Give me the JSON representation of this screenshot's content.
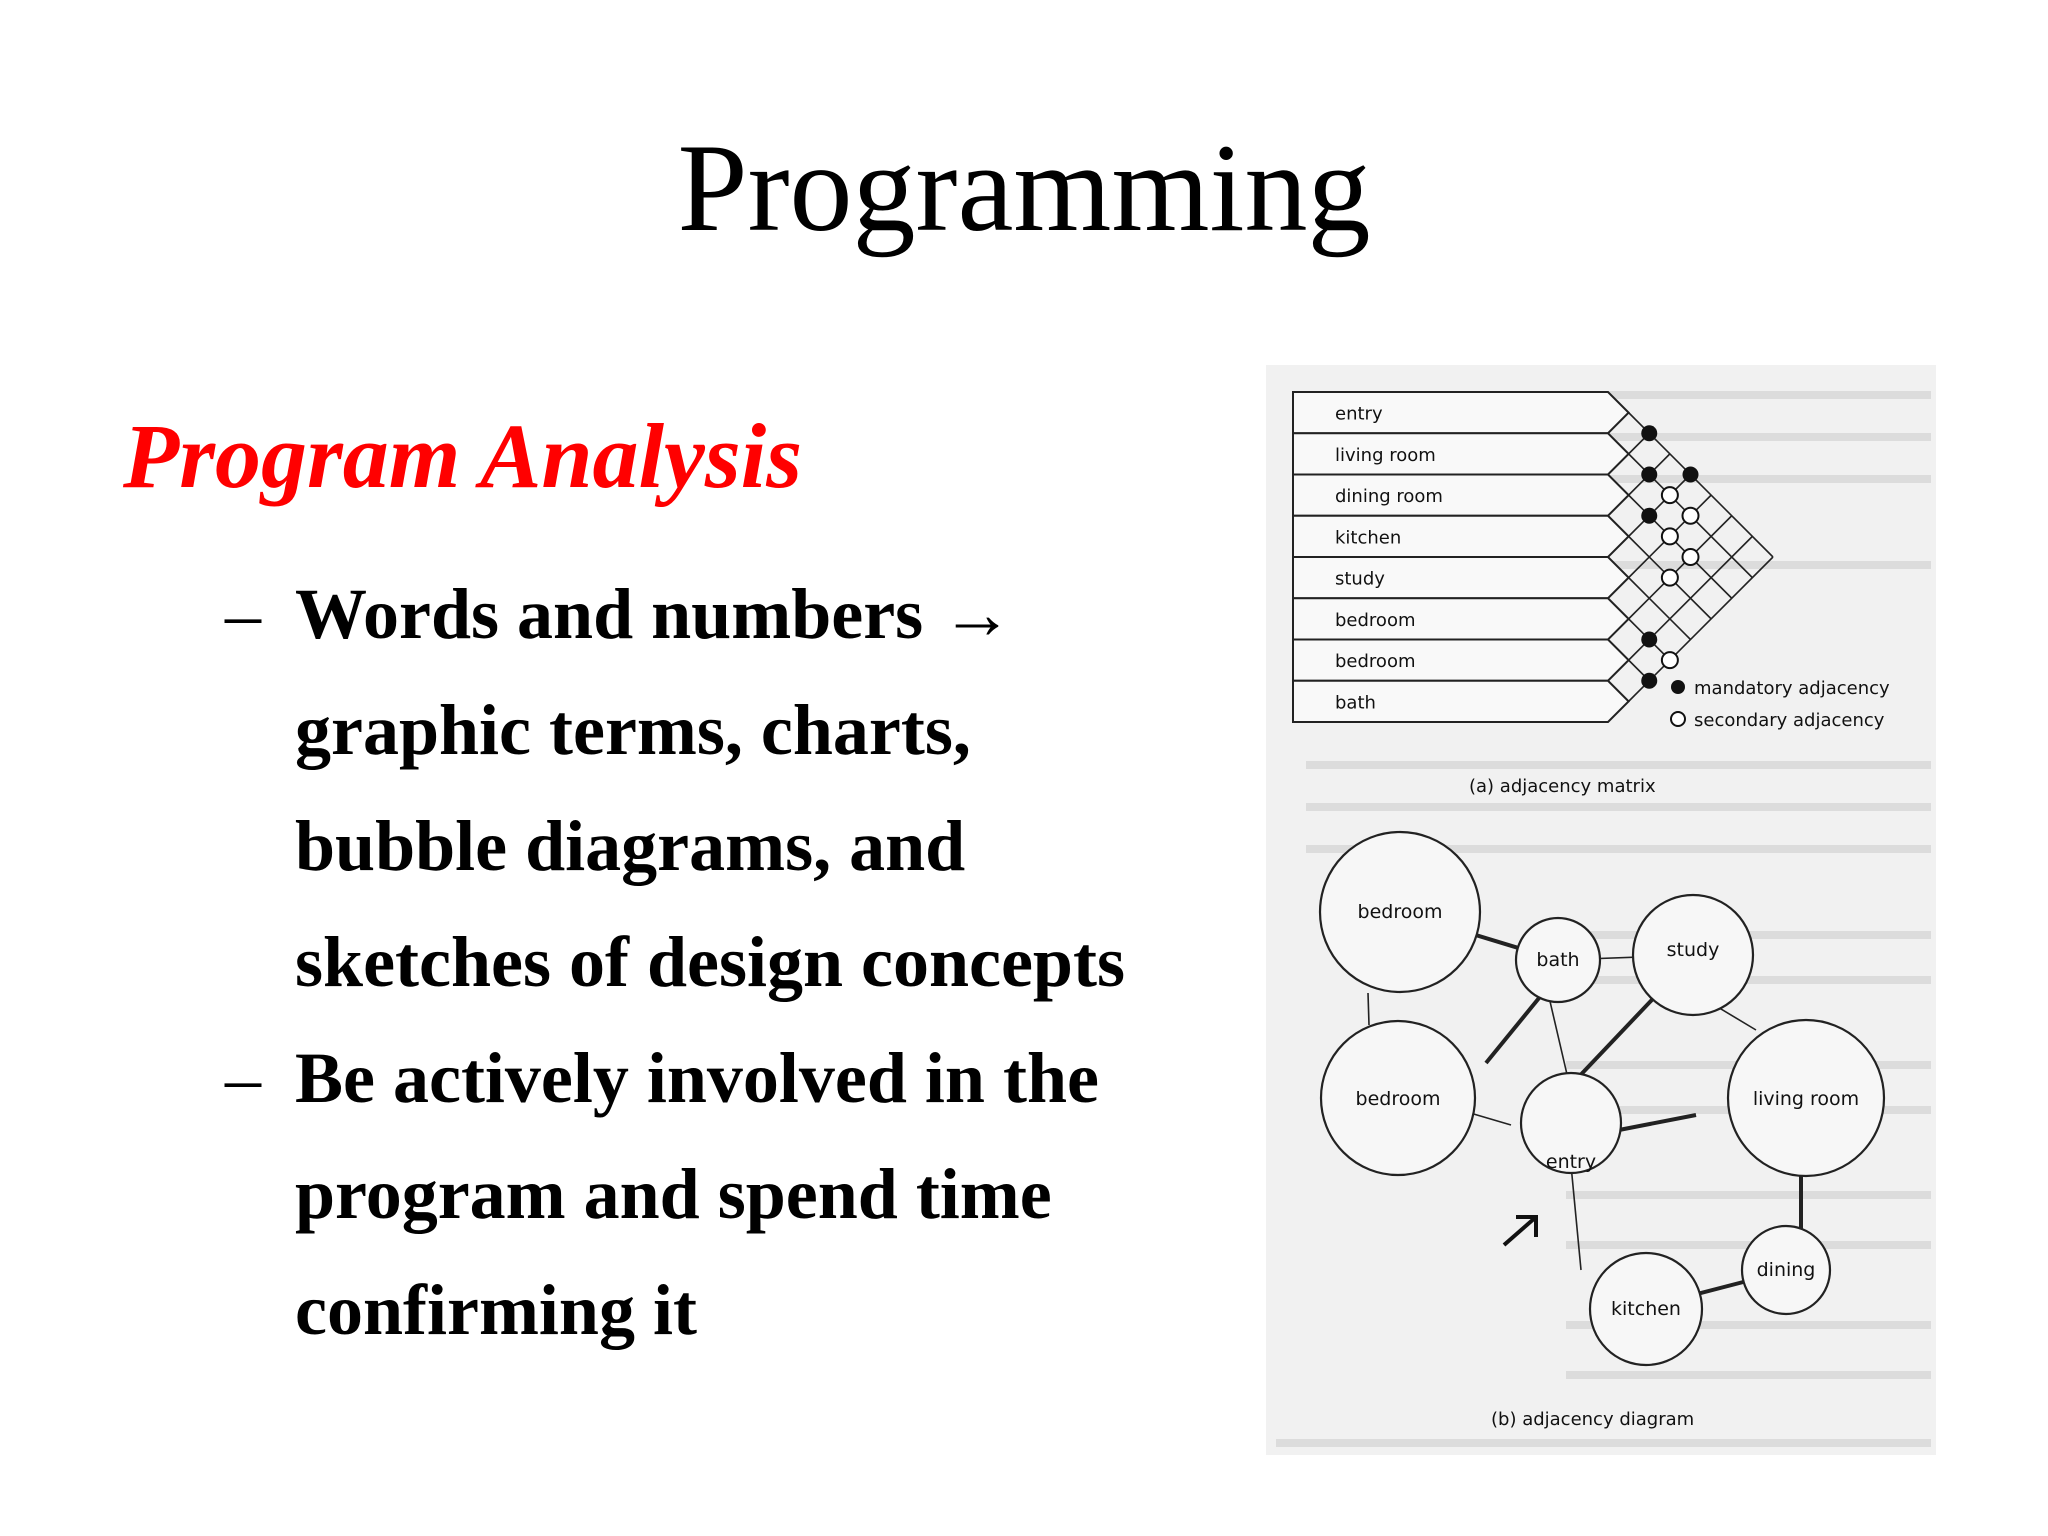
{
  "slide": {
    "title": "Programming",
    "heading": "Program Analysis",
    "bullets": [
      {
        "dash": "–",
        "text": "Words and numbers → graphic terms, charts, bubble diagrams, and sketches of design concepts"
      },
      {
        "dash": "–",
        "text": "Be actively involved in the program and spend time confirming it"
      }
    ]
  },
  "figure": {
    "matrix": {
      "rows": [
        "entry",
        "living room",
        "dining room",
        "kitchen",
        "study",
        "bedroom",
        "bedroom",
        "bath"
      ],
      "legend": {
        "mandatory": "mandatory adjacency",
        "secondary": "secondary adjacency"
      },
      "caption": "(a) adjacency matrix",
      "mandatory_pairs": [
        [
          0,
          1
        ],
        [
          1,
          2
        ],
        [
          2,
          3
        ],
        [
          5,
          6
        ],
        [
          6,
          7
        ],
        [
          0,
          3
        ]
      ],
      "secondary_pairs": [
        [
          1,
          3
        ],
        [
          2,
          4
        ],
        [
          3,
          5
        ],
        [
          2,
          5
        ],
        [
          1,
          4
        ],
        [
          5,
          7
        ]
      ]
    },
    "diagram": {
      "nodes": [
        "bedroom",
        "bath",
        "study",
        "bedroom",
        "living room",
        "entry",
        "dining",
        "kitchen"
      ],
      "caption": "(b) adjacency diagram"
    }
  },
  "colors": {
    "heading": "#ff0000",
    "text": "#000000",
    "figure_bg": "#f1f1f1"
  }
}
